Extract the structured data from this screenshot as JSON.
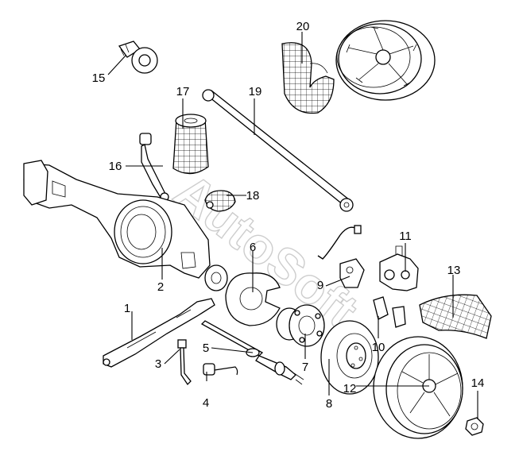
{
  "callouts": [
    {
      "id": "1",
      "label": "1"
    },
    {
      "id": "2",
      "label": "2"
    },
    {
      "id": "3",
      "label": "3"
    },
    {
      "id": "4",
      "label": "4"
    },
    {
      "id": "5",
      "label": "5"
    },
    {
      "id": "6",
      "label": "6"
    },
    {
      "id": "7",
      "label": "7"
    },
    {
      "id": "8",
      "label": "8"
    },
    {
      "id": "9",
      "label": "9"
    },
    {
      "id": "10",
      "label": "10"
    },
    {
      "id": "11",
      "label": "11"
    },
    {
      "id": "12",
      "label": "12"
    },
    {
      "id": "13",
      "label": "13"
    },
    {
      "id": "14",
      "label": "14"
    },
    {
      "id": "15",
      "label": "15"
    },
    {
      "id": "16",
      "label": "16"
    },
    {
      "id": "17",
      "label": "17"
    },
    {
      "id": "18",
      "label": "18"
    },
    {
      "id": "19",
      "label": "19"
    },
    {
      "id": "20",
      "label": "20"
    }
  ],
  "watermark": "AutoSoft",
  "colors": {
    "ink": "#000000",
    "paper": "#ffffff",
    "watermark": "#b8b8b8"
  }
}
